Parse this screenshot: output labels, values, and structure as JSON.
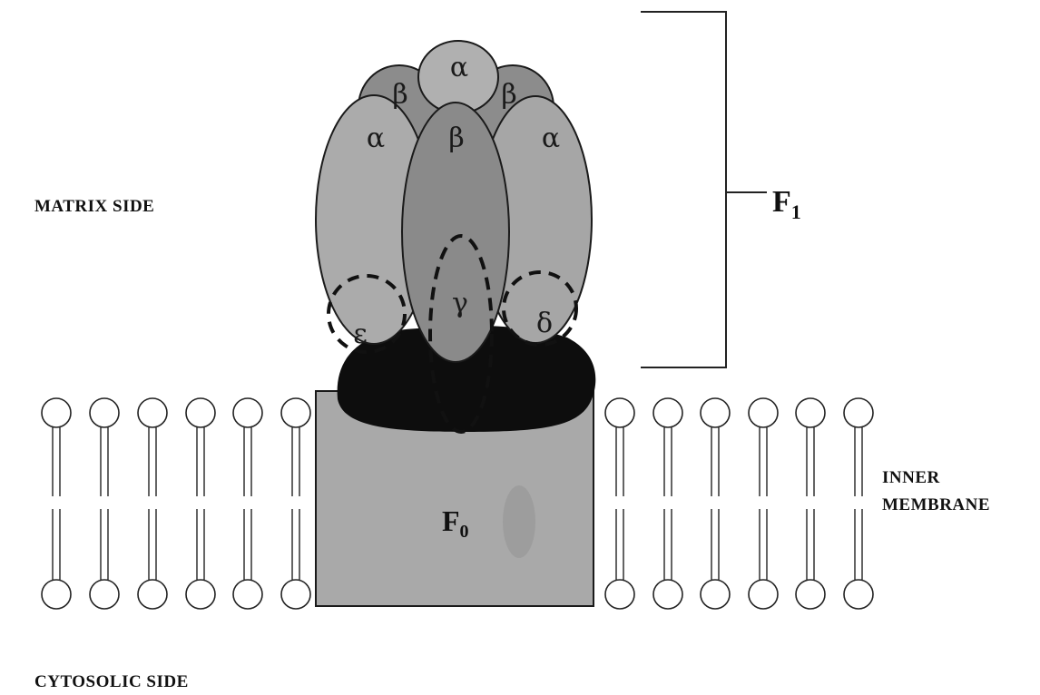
{
  "labels": {
    "matrix_side": "MATRIX SIDE",
    "cytosolic_side": "CYTOSOLIC SIDE",
    "inner_membrane_line1": "INNER",
    "inner_membrane_line2": "MEMBRANE"
  },
  "complex": {
    "f1_letter": "F",
    "f1_subscript": "1",
    "f0_letter": "F",
    "f0_subscript": "0"
  },
  "subunits": {
    "alpha_top": "α",
    "beta_back_left": "β",
    "beta_back_right": "β",
    "alpha_left": "α",
    "beta_front": "β",
    "alpha_right": "α",
    "gamma": "γ",
    "epsilon": "ε",
    "delta": "δ"
  },
  "colors": {
    "alpha": "#ababab",
    "beta_back": "#8c8c8c",
    "beta_front": "#8a8a8a",
    "stalk": "#0d0d0d",
    "f0": "#a9a9a9",
    "outline": "#1a1a1a"
  }
}
